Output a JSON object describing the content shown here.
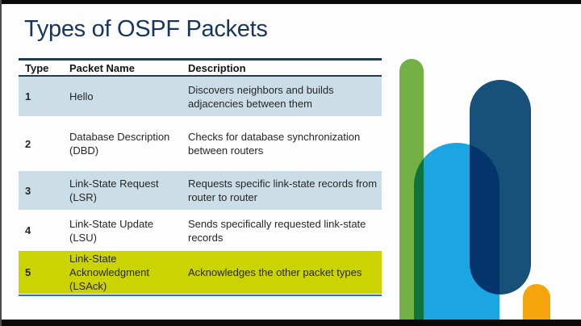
{
  "slide": {
    "title": "Types of OSPF Packets"
  },
  "table": {
    "headers": {
      "type": "Type",
      "name": "Packet Name",
      "desc": "Description"
    },
    "rows": [
      {
        "num": "1",
        "name": "Hello",
        "desc": "Discovers neighbors and builds adjacencies between them",
        "highlighted": false
      },
      {
        "num": "2",
        "name": "Database Description (DBD)",
        "desc": "Checks for database synchronization between routers",
        "highlighted": false
      },
      {
        "num": "3",
        "name": "Link-State Request (LSR)",
        "desc": "Requests specific link-state records from router to router",
        "highlighted": false
      },
      {
        "num": "4",
        "name": "Link-State Update (LSU)",
        "desc": "Sends specifically requested link-state records",
        "highlighted": false
      },
      {
        "num": "5",
        "name": "Link-State Acknowledgment (LSAck)",
        "desc": "Acknowledges the other packet types",
        "highlighted": true
      }
    ]
  },
  "colors": {
    "title_text": "#17365d",
    "table_rule": "#213d4c",
    "table_bottom_rule": "#2e74b5",
    "row_stripe": "#cbdde6",
    "row_highlight": "#cbd301",
    "body_text": "#262626",
    "decor_green": "#74b144",
    "decor_navy": "#175078",
    "decor_blue": "#1ba7e5",
    "decor_orange": "#f5a50b",
    "letterbox": "#0a0a0a"
  }
}
